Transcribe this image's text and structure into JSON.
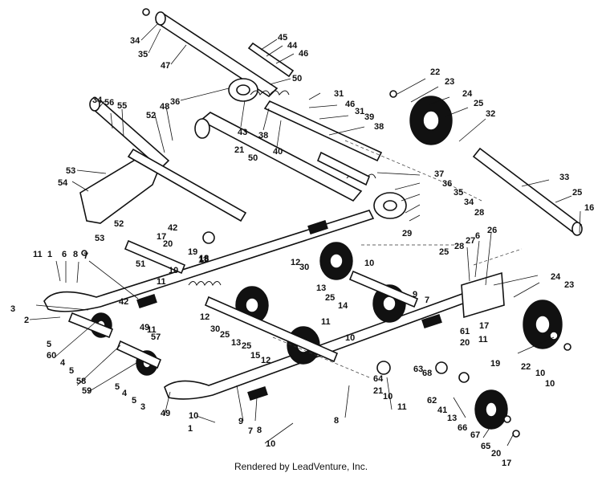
{
  "footer": {
    "text": "Rendered by LeadVenture, Inc."
  },
  "callouts": [
    "34",
    "35",
    "47",
    "45",
    "44",
    "46",
    "36",
    "43",
    "38",
    "50",
    "40",
    "48",
    "52",
    "53",
    "54",
    "34",
    "56",
    "55",
    "52",
    "53",
    "21",
    "50",
    "51",
    "42",
    "17",
    "20",
    "19",
    "10",
    "11",
    "11",
    "18",
    "12",
    "30",
    "25",
    "13",
    "12",
    "30",
    "13",
    "25",
    "14",
    "25",
    "15",
    "12",
    "9",
    "7",
    "18",
    "57",
    "49",
    "7",
    "3",
    "2",
    "5",
    "60",
    "4",
    "5",
    "58",
    "59",
    "5",
    "4",
    "5",
    "3",
    "49",
    "11",
    "10",
    "1",
    "9",
    "7",
    "8",
    "10",
    "11",
    "1",
    "6",
    "8",
    "42",
    "31",
    "46",
    "31",
    "39",
    "38",
    "37",
    "36",
    "35",
    "34",
    "28",
    "29",
    "10",
    "22",
    "23",
    "24",
    "25",
    "32",
    "33",
    "25",
    "16",
    "26",
    "6",
    "27",
    "28",
    "25",
    "24",
    "23",
    "22",
    "10",
    "10",
    "17",
    "11",
    "61",
    "20",
    "19",
    "21",
    "64",
    "10",
    "11",
    "68",
    "63",
    "62",
    "41",
    "13",
    "66",
    "67",
    "65",
    "20",
    "17",
    "10",
    "11",
    "8"
  ]
}
